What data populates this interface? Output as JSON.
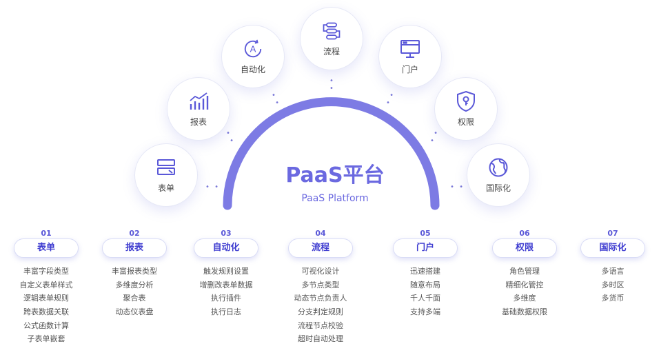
{
  "center": {
    "title": "PaaS平台",
    "subtitle": "PaaS Platform"
  },
  "colors": {
    "accent": "#6b69e0",
    "pill_text": "#3f3dd0",
    "arc": "#7d7be4"
  },
  "nodes": [
    {
      "label": "表单",
      "icon": "form-icon"
    },
    {
      "label": "报表",
      "icon": "bar-chart-icon"
    },
    {
      "label": "自动化",
      "icon": "automation-icon"
    },
    {
      "label": "流程",
      "icon": "flow-icon"
    },
    {
      "label": "门户",
      "icon": "portal-icon"
    },
    {
      "label": "权限",
      "icon": "shield-icon"
    },
    {
      "label": "国际化",
      "icon": "globe-icon"
    }
  ],
  "columns": [
    {
      "num": "01",
      "title": "表单",
      "items": [
        "丰富字段类型",
        "自定义表单样式",
        "逻辑表单规则",
        "跨表数据关联",
        "公式函数计算",
        "子表单嵌套"
      ]
    },
    {
      "num": "02",
      "title": "报表",
      "items": [
        "丰富报表类型",
        "多维度分析",
        "聚合表",
        "动态仪表盘"
      ]
    },
    {
      "num": "03",
      "title": "自动化",
      "items": [
        "触发规则设置",
        "增删改表单数据",
        "执行插件",
        "执行日志"
      ]
    },
    {
      "num": "04",
      "title": "流程",
      "items": [
        "可视化设计",
        "多节点类型",
        "动态节点负责人",
        "分支判定规则",
        "流程节点校验",
        "超时自动处理"
      ]
    },
    {
      "num": "05",
      "title": "门户",
      "items": [
        "迅速搭建",
        "随意布局",
        "千人千面",
        "支持多端"
      ]
    },
    {
      "num": "06",
      "title": "权限",
      "items": [
        "角色管理",
        "精细化管控",
        "多维度",
        "基础数据权限"
      ]
    },
    {
      "num": "07",
      "title": "国际化",
      "items": [
        "多语言",
        "多时区",
        "多货币"
      ]
    }
  ]
}
